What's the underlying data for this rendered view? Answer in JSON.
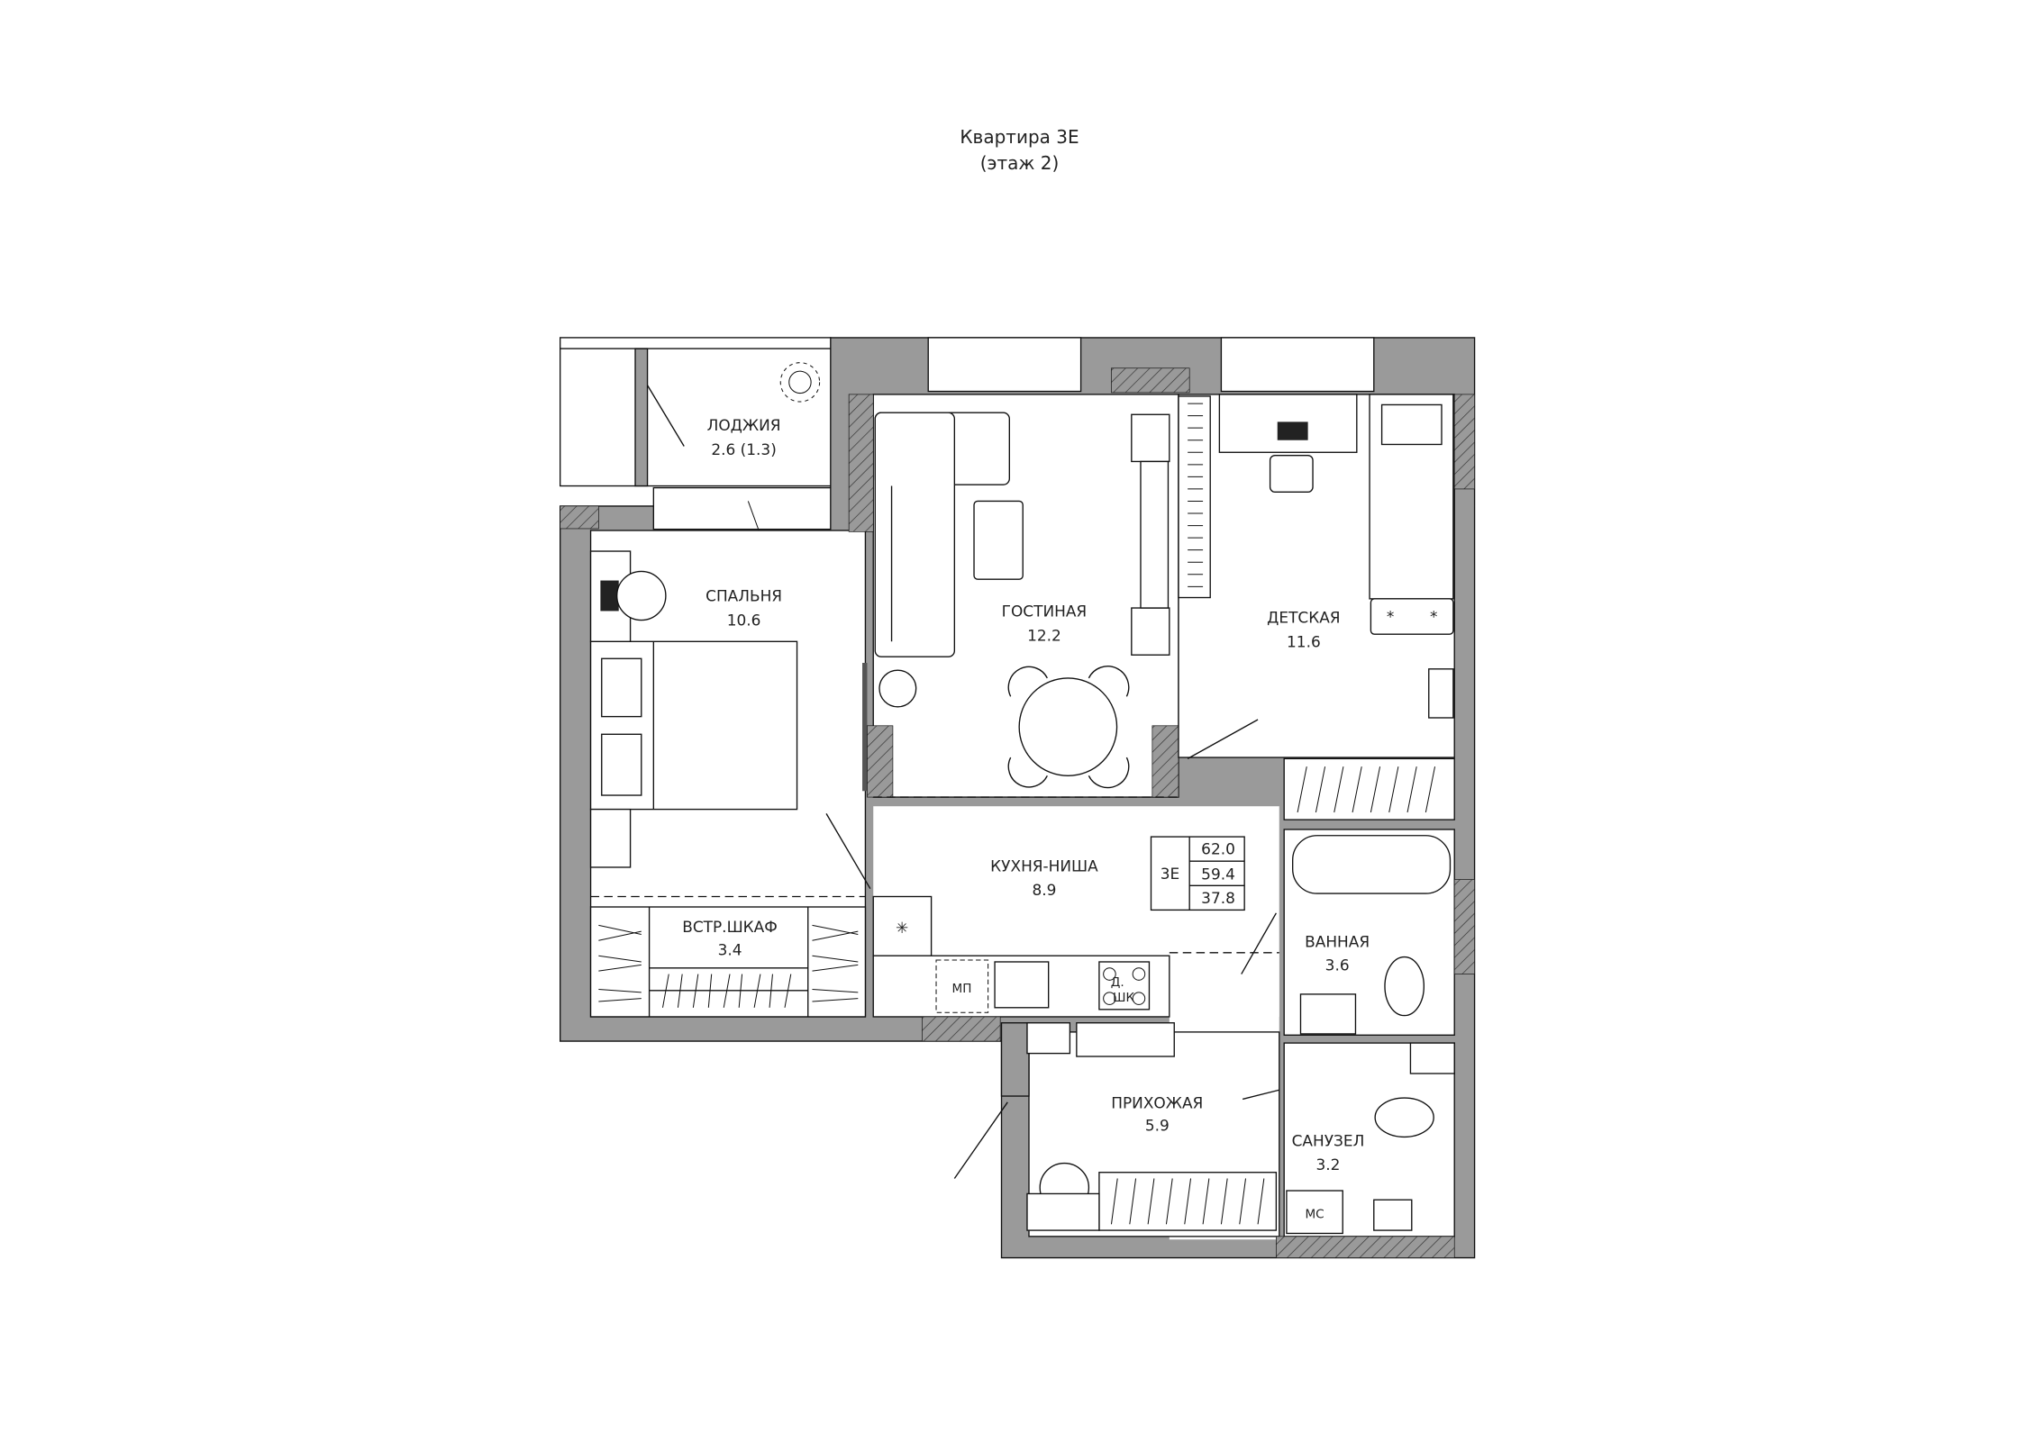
{
  "header": {
    "title": "Квартира 3Е",
    "subtitle": "(этаж 2)"
  },
  "rooms": {
    "loggia": {
      "name": "ЛОДЖИЯ",
      "area": "2.6 (1.3)"
    },
    "bedroom": {
      "name": "СПАЛЬНЯ",
      "area": "10.6"
    },
    "living": {
      "name": "ГОСТИНАЯ",
      "area": "12.2"
    },
    "children": {
      "name": "ДЕТСКАЯ",
      "area": "11.6"
    },
    "kitchen": {
      "name": "КУХНЯ-НИША",
      "area": "8.9"
    },
    "wardrobe": {
      "name": "ВСТР.ШКАФ",
      "area": "3.4"
    },
    "bathroom": {
      "name": "ВАННАЯ",
      "area": "3.6"
    },
    "hallway": {
      "name": "ПРИХОЖАЯ",
      "area": "5.9"
    },
    "wc": {
      "name": "САНУЗЕЛ",
      "area": "3.2"
    }
  },
  "appliances": {
    "microwave": "МП",
    "dishwasher_line1": "Д.",
    "dishwasher_line2": "ШК",
    "washer": "МС"
  },
  "summary": {
    "apartment": "3Е",
    "total_area": "62.0",
    "living_without_loggia": "59.4",
    "living_area": "37.8"
  },
  "colors": {
    "wall": "#9a9a9a",
    "line": "#111111"
  }
}
